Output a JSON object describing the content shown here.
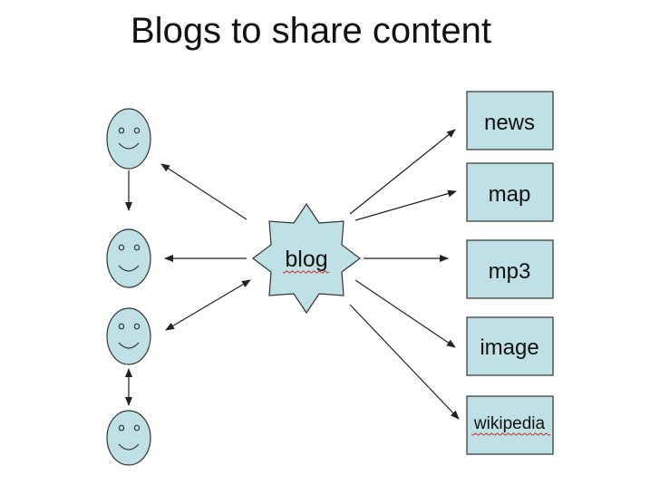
{
  "title": "Blogs to share content",
  "hub": {
    "label": "blog"
  },
  "people": [
    "smiley-face",
    "smiley-face",
    "smiley-face",
    "smiley-face"
  ],
  "targets": [
    {
      "label": "news"
    },
    {
      "label": "map"
    },
    {
      "label": "mp3"
    },
    {
      "label": "image"
    },
    {
      "label": "wikipedia"
    }
  ],
  "colors": {
    "fill": "#bfe0e4",
    "stroke": "#333333",
    "arrow": "#222222",
    "spellcheck_underline": "#cc2222"
  }
}
